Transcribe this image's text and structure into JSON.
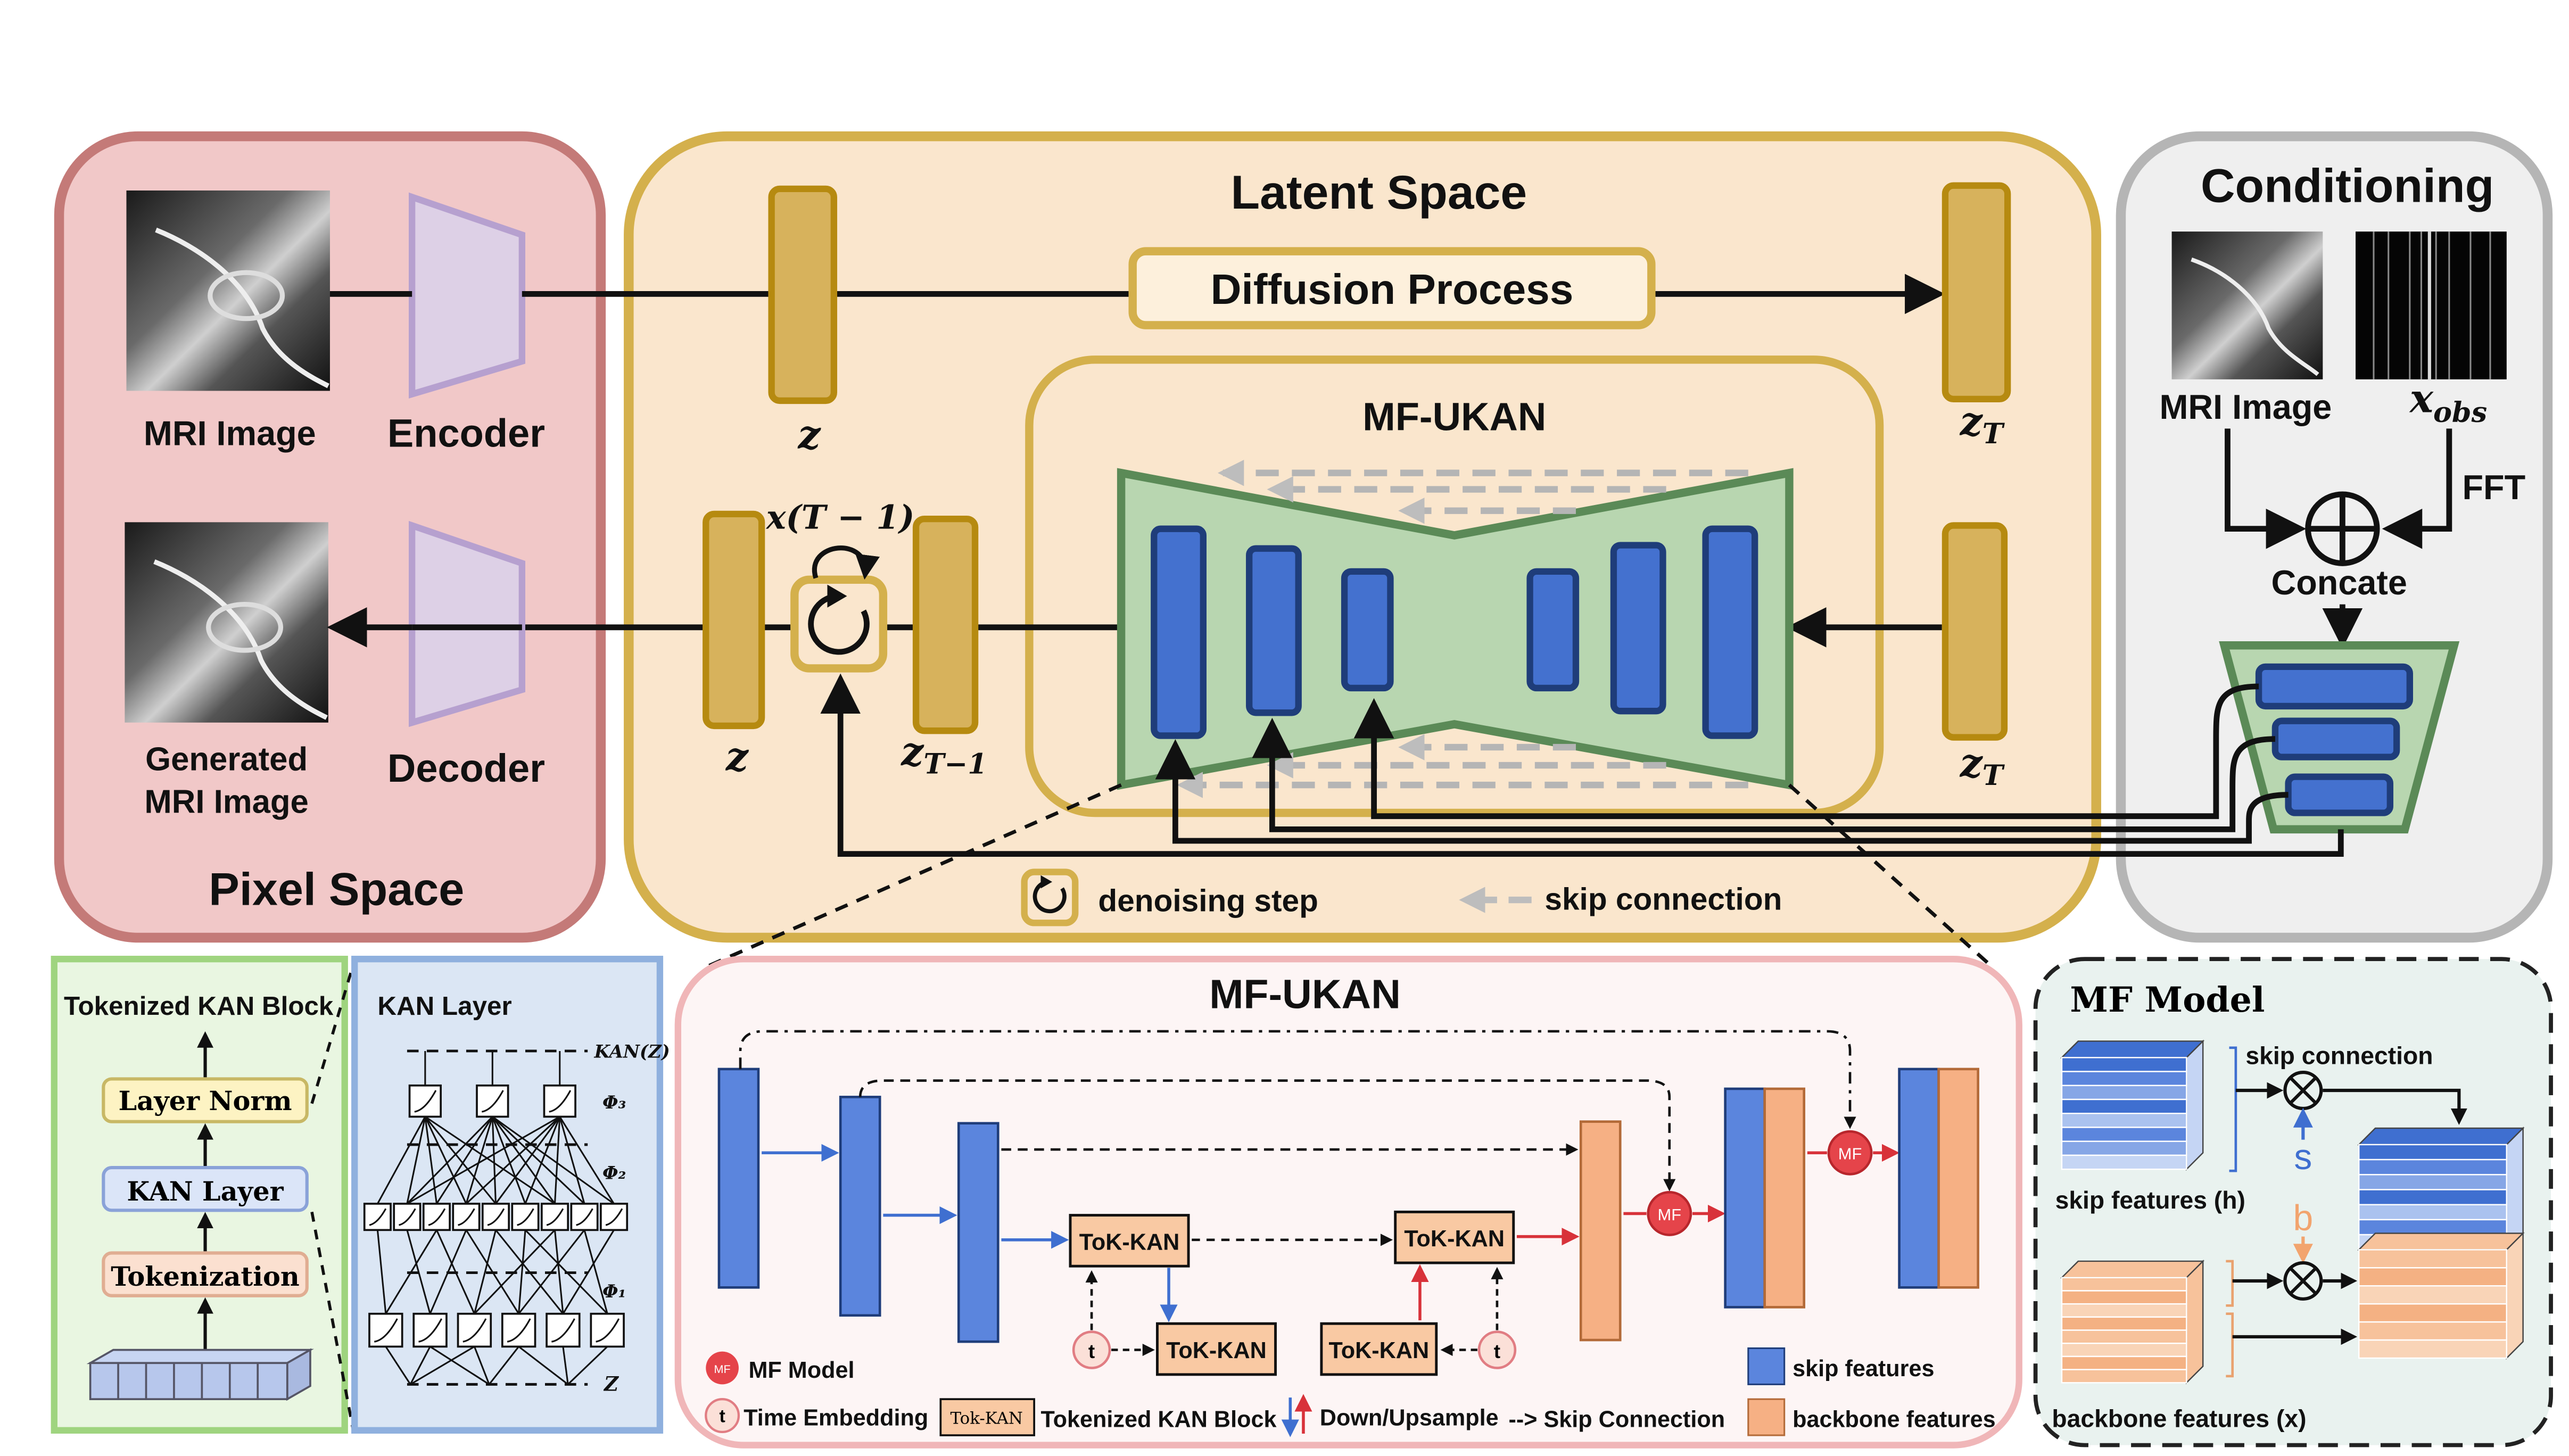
{
  "panels": {
    "pixel_space": {
      "title": "Pixel Space",
      "mri_image": "MRI Image",
      "encoder": "Encoder",
      "decoder": "Decoder",
      "generated_line1": "Generated",
      "generated_line2": "MRI Image"
    },
    "latent_space": {
      "title": "Latent Space",
      "diffusion_process": "Diffusion Process",
      "z": "z",
      "z_T": "z",
      "z_T_sub": "T",
      "z_T_minus_1": "z",
      "z_T_minus_1_sub": "T−1",
      "loop_label": "x(T − 1)",
      "inner_title": "MF-UKAN",
      "legend_denoising": "denoising step",
      "legend_skip": "skip connection"
    },
    "conditioning": {
      "title": "Conditioning",
      "mri_image": "MRI Image",
      "x_obs": "x",
      "x_obs_sub": "obs",
      "fft": "FFT",
      "concate": "Concate"
    },
    "tokenized_block": {
      "title": "Tokenized KAN Block",
      "layer_norm": "Layer Norm",
      "kan_layer": "KAN Layer",
      "tokenization": "Tokenization"
    },
    "kan_layer_panel": {
      "title": "KAN Layer",
      "kan_z": "KAN(Z)",
      "phi3": "Φ₃",
      "phi2": "Φ₂",
      "phi1": "Φ₁",
      "z": "Z"
    },
    "mf_ukan_detail": {
      "title": "MF-UKAN",
      "tok_kan": "ToK-KAN",
      "t": "t",
      "mf": "MF",
      "legend_mf_model": "MF Model",
      "legend_time": "Time Embedding",
      "legend_tok_badge": "Tok-KAN",
      "legend_tok_block": "Tokenized KAN Block",
      "legend_updown": "Down/Upsample",
      "legend_skip": "--> Skip Connection",
      "legend_skip_features": "skip features",
      "legend_backbone_features": "backbone features"
    },
    "mf_model": {
      "title": "MF Model",
      "skip_connection": "skip connection",
      "s": "s",
      "b": "b",
      "skip_features": "skip features (h)",
      "backbone_features": "backbone features (x)"
    }
  },
  "colors": {
    "pixel_bg": "#f1c8c8",
    "pixel_border": "#c47a78",
    "latent_bg": "#fae6cd",
    "latent_border": "#d4b04c",
    "cond_bg": "#efefef",
    "cond_border": "#b5b5b5",
    "latent_block": "#d7b25c",
    "latent_block_border": "#b68a10",
    "unet_bg": "#b8d6b0",
    "unet_border": "#5b8a57",
    "blue_block": "#4471cf",
    "blue_border": "#1f3d7a",
    "orange_block": "#f3b287",
    "mf_red": "#e5444a"
  }
}
